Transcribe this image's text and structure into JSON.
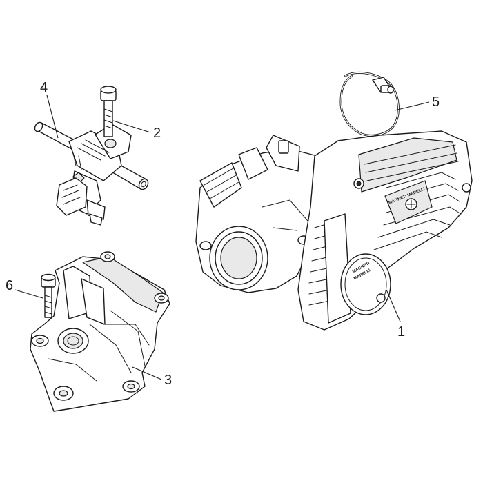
{
  "callouts": {
    "part_1": "1",
    "part_2": "2",
    "part_3": "3",
    "part_4": "4",
    "part_5": "5",
    "part_6": "6"
  },
  "markings": {
    "module_brand": "MAGNETI MARELLI",
    "module_badge_line1": "MAGNETI",
    "module_badge_line2": "MARELLI"
  },
  "colors": {
    "line": "#1a1a1a",
    "background": "#ffffff",
    "shade": "#e9e9e9"
  }
}
